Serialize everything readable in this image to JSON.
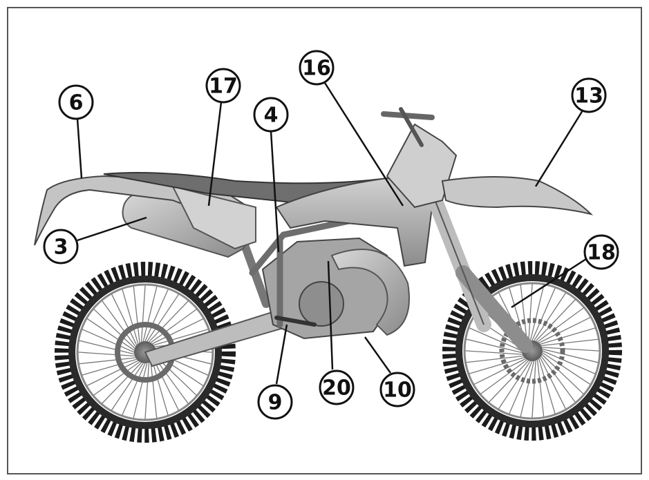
{
  "diagram": {
    "subject": "motorcycle",
    "colors": {
      "border": "#555555",
      "ink": "#111111",
      "body": "#b9b9b9",
      "body_dark": "#7a7a7a",
      "tire": "#1c1c1c"
    },
    "callouts": [
      {
        "id": "6",
        "label": "6"
      },
      {
        "id": "17",
        "label": "17"
      },
      {
        "id": "4",
        "label": "4"
      },
      {
        "id": "16",
        "label": "16"
      },
      {
        "id": "13",
        "label": "13"
      },
      {
        "id": "3",
        "label": "3"
      },
      {
        "id": "18",
        "label": "18"
      },
      {
        "id": "9",
        "label": "9"
      },
      {
        "id": "20",
        "label": "20"
      },
      {
        "id": "10",
        "label": "10"
      }
    ]
  }
}
